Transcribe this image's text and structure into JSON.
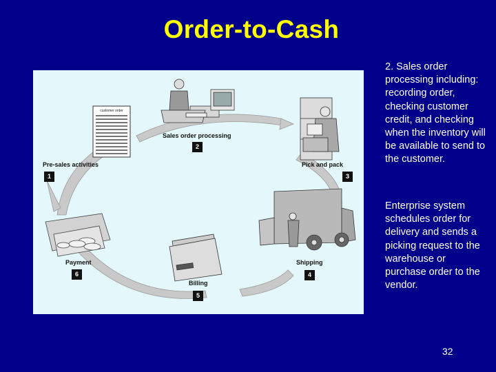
{
  "slide": {
    "title": "Order-to-Cash",
    "page_number": "32"
  },
  "diagram": {
    "steps": [
      {
        "num": "1",
        "label": "Pre-sales activities"
      },
      {
        "num": "2",
        "label": "Sales order processing"
      },
      {
        "num": "3",
        "label": "Pick and pack"
      },
      {
        "num": "4",
        "label": "Shipping"
      },
      {
        "num": "5",
        "label": "Billing"
      },
      {
        "num": "6",
        "label": "Payment"
      }
    ],
    "document_header": "customer order",
    "icons": [
      "customer-order-document-icon",
      "office-worker-computer-icon",
      "warehouse-worker-icon",
      "delivery-truck-icon",
      "billing-envelope-icon",
      "payment-money-icon"
    ],
    "background_color": "#e4f7fa"
  },
  "sidebar": {
    "paragraph1": "2. Sales order processing including: recording order, checking customer credit, and checking when the inventory will be available to send to the customer.",
    "paragraph2": "Enterprise system schedules order for delivery and sends a picking request to the warehouse or purchase order to the vendor."
  },
  "colors": {
    "background": "#00008b",
    "title": "#ffff00",
    "text": "#ffffff"
  }
}
